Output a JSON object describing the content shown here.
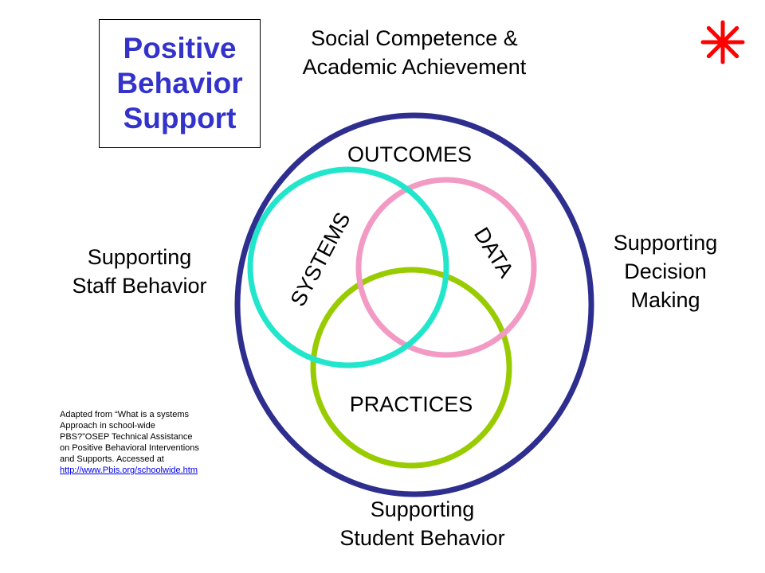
{
  "title_box": {
    "lines": [
      "Positive",
      "Behavior",
      "Support"
    ],
    "color": "#3333cc"
  },
  "captions": {
    "top": [
      "Social Competence &",
      "Academic Achievement"
    ],
    "left": [
      "Supporting",
      "Staff Behavior"
    ],
    "right": [
      "Supporting",
      "Decision",
      "Making"
    ],
    "bottom": [
      "Supporting",
      "Student Behavior"
    ]
  },
  "diagram": {
    "outer_label": "OUTCOMES",
    "circles": {
      "systems": {
        "label": "SYSTEMS",
        "color": "#22e6cc"
      },
      "data": {
        "label": "DATA",
        "color": "#f29ac4"
      },
      "practices": {
        "label": "PRACTICES",
        "color": "#99cc00"
      }
    },
    "outer_color": "#2e2e8f"
  },
  "citation": {
    "lines": [
      "Adapted from “What is a systems",
      "Approach in school-wide",
      "PBS?”OSEP Technical Assistance",
      "on Positive Behavioral Interventions",
      "and Supports. Accessed at"
    ],
    "link": "http://www.Pbis.org/schoolwide.htm"
  },
  "decoration": {
    "icon": "red-asterisk-icon",
    "color": "#ff0000"
  }
}
